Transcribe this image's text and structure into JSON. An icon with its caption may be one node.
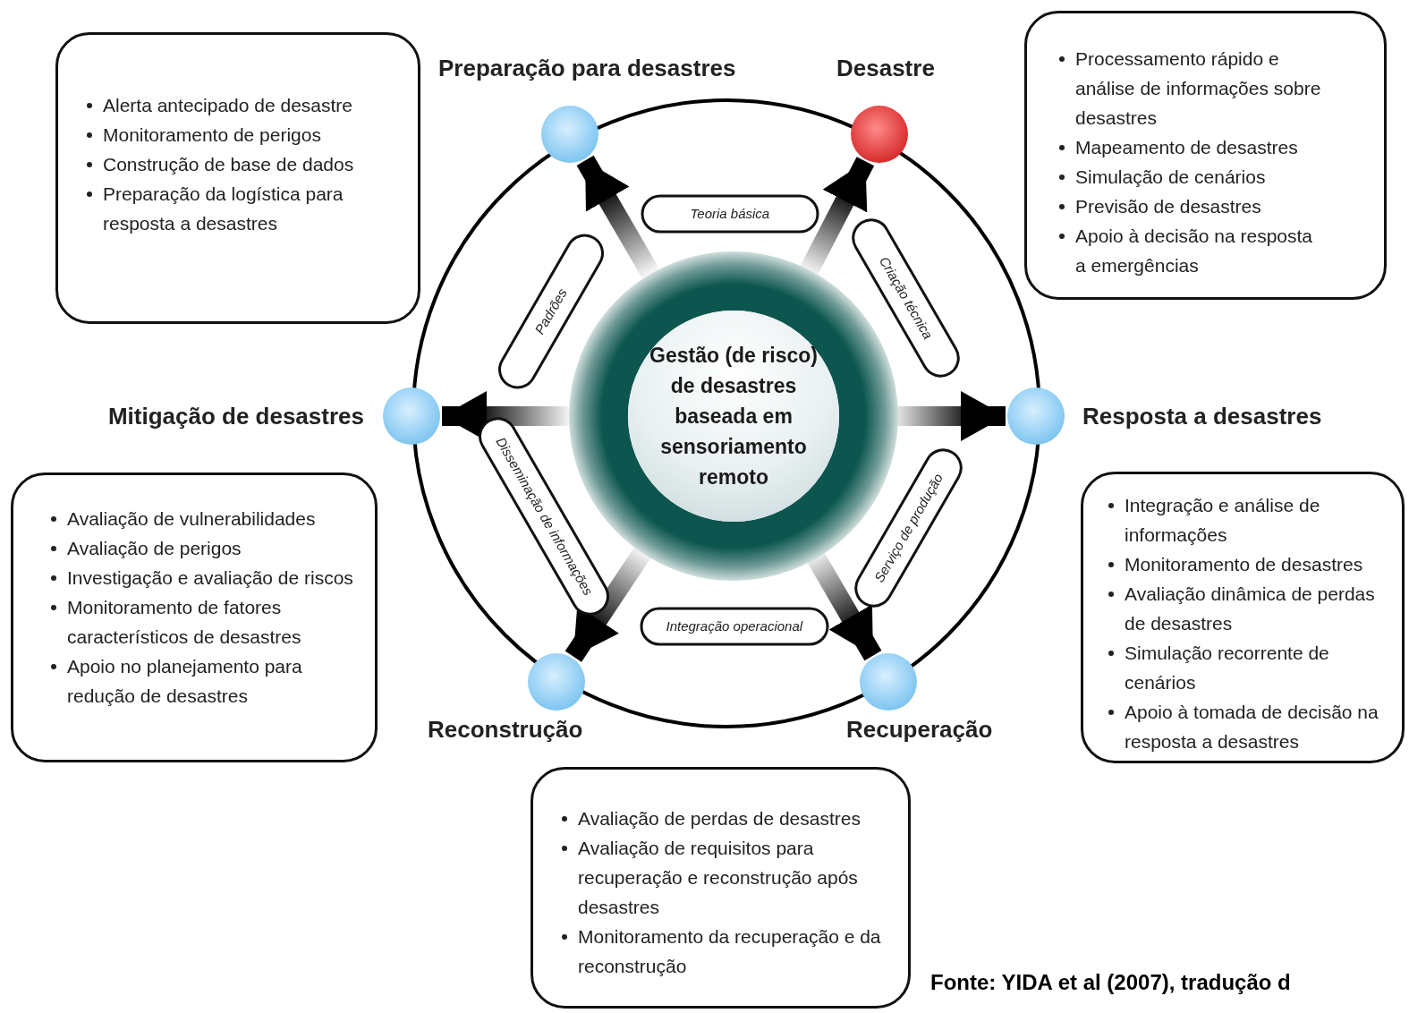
{
  "diagram": {
    "caption": "Fonte: YIDA et al (2007), tradução d",
    "nodes": [
      {
        "text": [
          "Gestão (de risco) de desastres baseada em sensoriamento remoto"
        ]
      },
      {
        "text": [
          "Preparação para desastres"
        ]
      },
      {
        "text": [
          "Desastre"
        ]
      },
      {
        "text": [
          "Resposta a desastres"
        ]
      },
      {
        "text": [
          "Recuperação"
        ]
      },
      {
        "text": [
          "Reconstrução"
        ]
      },
      {
        "text": [
          "Mitigação de desastres"
        ]
      },
      {
        "text": [
          "Alerta antecipado de desastre",
          "Monitoramento de perigos",
          "Construção de base de dados",
          "Preparação da logística para resposta a desastres"
        ]
      },
      {
        "text": [
          "Processamento rápido e análise de informações sobre desastres",
          "Mapeamento de desastres",
          "Simulação de cenários",
          "Previsão de desastres",
          "Apoio à decisão na resposta a emergências"
        ]
      },
      {
        "text": [
          "Avaliação de vulnerabilidades",
          "Avaliação de perigos",
          "Investigação e avaliação de riscos",
          "Monitoramento de fatores característicos de desastres",
          "Apoio no planejamento para redução de desastres"
        ]
      },
      {
        "text": [
          "Integração e análise de informações",
          "Monitoramento de desastres",
          "Avaliação dinâmica de perdas de desastres",
          "Simulação recorrente de cenários",
          "Apoio à tomada de decisão na resposta a desastres"
        ]
      },
      {
        "text": [
          "Avaliação de perdas de desastres",
          "Avaliação de requisitos para recuperação e reconstrução após desastres",
          "Monitoramento da recuperação e da reconstrução"
        ]
      },
      {
        "text": [
          "Teoria básica"
        ]
      },
      {
        "text": [
          "Criação técnica"
        ]
      },
      {
        "text": [
          "Serviço de produção"
        ]
      },
      {
        "text": [
          "Integração operacional"
        ]
      },
      {
        "text": [
          "Disseminação de informações"
        ]
      },
      {
        "text": [
          "Padrões"
        ]
      }
    ],
    "edges": [
      {
        "from": 0,
        "to": 1,
        "arrow": "to",
        "style": "thick"
      },
      {
        "from": 0,
        "to": 2,
        "arrow": "to",
        "style": "thick"
      },
      {
        "from": 0,
        "to": 3,
        "arrow": "to",
        "style": "thick"
      },
      {
        "from": 0,
        "to": 4,
        "arrow": "to",
        "style": "thick"
      },
      {
        "from": 0,
        "to": 5,
        "arrow": "to",
        "style": "thick"
      },
      {
        "from": 0,
        "to": 6,
        "arrow": "to",
        "style": "thick"
      }
    ]
  }
}
